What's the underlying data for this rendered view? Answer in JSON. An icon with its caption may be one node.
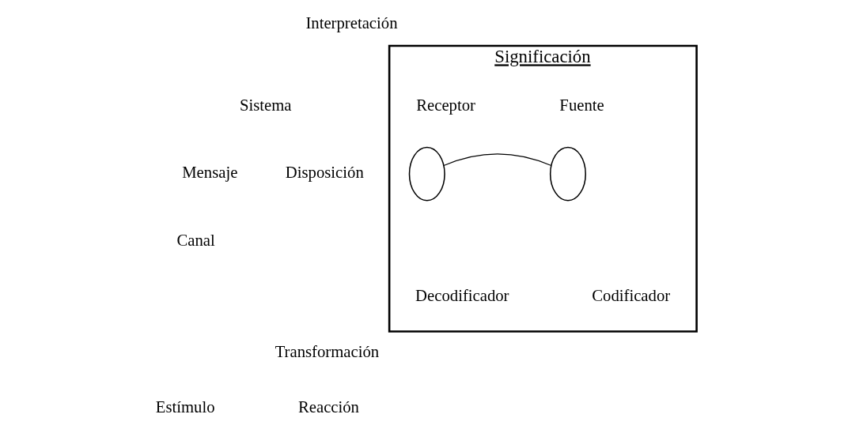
{
  "diagram": {
    "nodes": [
      {
        "text": [
          "Significación"
        ]
      },
      {
        "text": [],
        "shape": "ellipse",
        "in": 0
      },
      {
        "text": [],
        "shape": "ellipse",
        "in": 0
      }
    ],
    "edges": [
      {
        "from": 1,
        "to": 2,
        "arrow": "none"
      }
    ],
    "labels": [
      "Interpretación",
      "Sistema",
      "Receptor",
      "Fuente",
      "Mensaje",
      "Canal",
      "Disposición",
      "Decodificador",
      "Codificador",
      "Transformación",
      "Estímulo",
      "Reacción"
    ]
  }
}
